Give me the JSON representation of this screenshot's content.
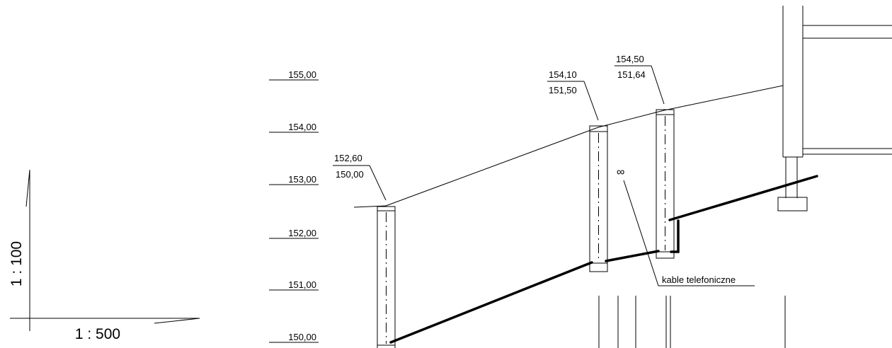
{
  "scales": {
    "vertical": "1 : 100",
    "horizontal": "1 : 500"
  },
  "elevation_scale": [
    "155,00",
    "154,00",
    "153,00",
    "152,00",
    "151,00",
    "150,00"
  ],
  "wells": [
    {
      "top": "152,60",
      "bottom": "150,00"
    },
    {
      "top": "154,10",
      "bottom": "151,50"
    },
    {
      "top": "154,50",
      "bottom": "151,64"
    }
  ],
  "crossing": {
    "symbol": "∞",
    "label": "kable telefoniczne"
  }
}
